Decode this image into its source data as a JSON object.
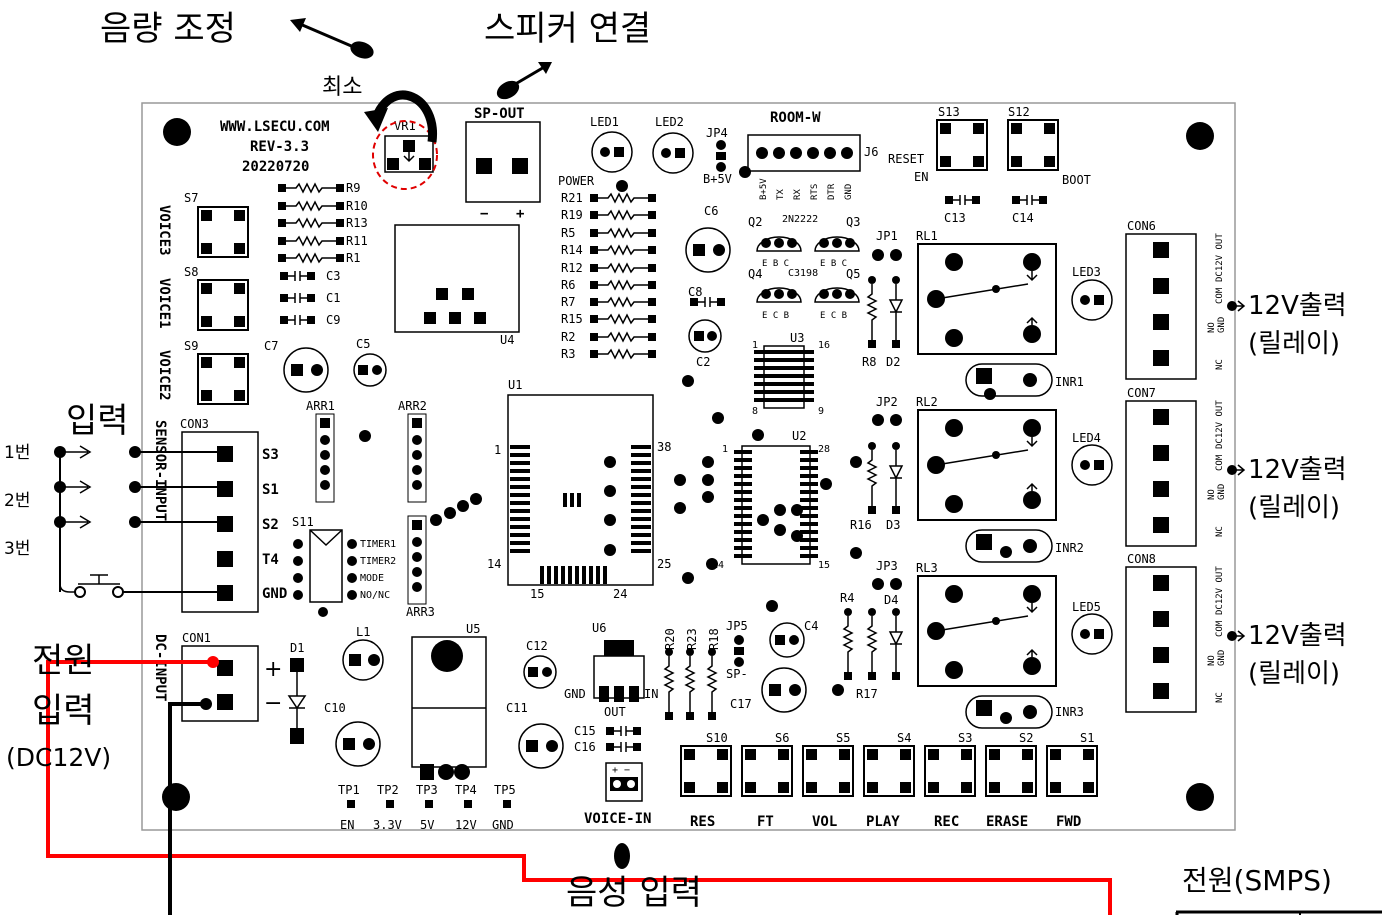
{
  "annotations": {
    "volume_adjust": "음량 조정",
    "speaker_connect": "스피커 연결",
    "minimum": "최소",
    "input": "입력",
    "input_1": "1번",
    "input_2": "2번",
    "input_3": "3번",
    "power_input_1": "전원",
    "power_input_2": "입력",
    "power_input_3": "(DC12V)",
    "output_12v": "12V출력",
    "relay": "(릴레이)",
    "voice_input": "음성 입력",
    "smps": "전원(SMPS)"
  },
  "board": {
    "url": "WWW.LSECU.COM",
    "rev": "REV-3.3",
    "date": "20220720",
    "vr1": "VR1",
    "sp_out": "SP-OUT",
    "sp_minus": "−",
    "sp_plus": "+",
    "led1": "LED1",
    "led2": "LED2",
    "jp4": "JP4",
    "b5v": "B+5V",
    "power": "POWER",
    "room_w": "ROOM-W",
    "j6": "J6",
    "j6_pins": [
      "B+5V",
      "TX",
      "RX",
      "RTS",
      "DTR",
      "GND"
    ],
    "s13": "S13",
    "s12": "S12",
    "reset": "RESET",
    "en": "EN",
    "boot": "BOOT",
    "c13": "C13",
    "c14": "C14",
    "s7": "S7",
    "s8": "S8",
    "s9": "S9",
    "voice3": "VOICE3",
    "voice1": "VOICE1",
    "voice2": "VOICE2",
    "resistors_left": [
      "R9",
      "R10",
      "R13",
      "R11",
      "R1"
    ],
    "caps_left": [
      "C3",
      "C1",
      "C9"
    ],
    "u4": "U4",
    "resistors_mid": [
      "R21",
      "R19",
      "R5",
      "R14",
      "R12",
      "R6",
      "R7",
      "R15",
      "R2",
      "R3"
    ],
    "c6": "C6",
    "c8": "C8",
    "c2": "C2",
    "q2": "Q2",
    "q3": "Q3",
    "q4": "Q4",
    "q5": "Q5",
    "q_npn": "2N2222",
    "q_pnp": "C3198",
    "q_ebc": "E B C",
    "q_ecb": "E C B",
    "u3": "U3",
    "u3_1": "1",
    "u3_16": "16",
    "u3_8": "8",
    "u3_9": "9",
    "jp1": "JP1",
    "jp2": "JP2",
    "jp3": "JP3",
    "r8": "R8",
    "d2": "D2",
    "r16": "R16",
    "d3": "D3",
    "r4": "R4",
    "d4": "D4",
    "r17": "R17",
    "rl1": "RL1",
    "rl2": "RL2",
    "rl3": "RL3",
    "inr1": "INR1",
    "inr2": "INR2",
    "inr3": "INR3",
    "led3": "LED3",
    "led4": "LED4",
    "led5": "LED5",
    "con6": "CON6",
    "con7": "CON7",
    "con8": "CON8",
    "con_out": "DC12V OUT",
    "con_com": "COM",
    "con_no": "NO",
    "con_gnd": "GND",
    "con_nc": "NC",
    "c7": "C7",
    "c5": "C5",
    "arr1": "ARR1",
    "arr2": "ARR2",
    "arr3": "ARR3",
    "u1": "U1",
    "u1_1": "1",
    "u1_14": "14",
    "u1_15": "15",
    "u1_24": "24",
    "u1_25": "25",
    "u1_38": "38",
    "u2": "U2",
    "u2_1": "1",
    "u2_14": "14",
    "u2_15": "15",
    "u2_28": "28",
    "con3": "CON3",
    "sensor_input": "SENSOR-INPUT",
    "con3_pins": [
      "S3",
      "S1",
      "S2",
      "T4",
      "GND"
    ],
    "s11": "S11",
    "s11_pins": [
      "TIMER1",
      "TIMER2",
      "MODE",
      "NO/NC"
    ],
    "con1": "CON1",
    "dc_input": "DC-INPUT",
    "con1_plus": "+",
    "con1_minus": "−",
    "d1": "D1",
    "l1": "L1",
    "u5": "U5",
    "c10": "C10",
    "c12": "C12",
    "c11": "C11",
    "u6": "U6",
    "u6_gnd": "GND",
    "u6_in": "IN",
    "u6_out": "OUT",
    "c15": "C15",
    "c16": "C16",
    "voice_in": "VOICE-IN",
    "r20": "R20",
    "r23": "R23",
    "r18": "R18",
    "jp5": "JP5",
    "sp_minus_label": "SP-",
    "c4": "C4",
    "c17": "C17",
    "tp": [
      "TP1",
      "TP2",
      "TP3",
      "TP4",
      "TP5"
    ],
    "tp_labels": [
      "EN",
      "3.3V",
      "5V",
      "12V",
      "GND"
    ],
    "buttons": [
      {
        "id": "S10",
        "label": "RES"
      },
      {
        "id": "S6",
        "label": "FT"
      },
      {
        "id": "S5",
        "label": "VOL"
      },
      {
        "id": "S4",
        "label": "PLAY"
      },
      {
        "id": "S3",
        "label": "REC"
      },
      {
        "id": "S2",
        "label": "ERASE"
      },
      {
        "id": "S1",
        "label": "FWD"
      }
    ]
  },
  "colors": {
    "wire_positive": "#ff0000",
    "wire_negative": "#000000",
    "vr1_highlight": "#e00000"
  }
}
